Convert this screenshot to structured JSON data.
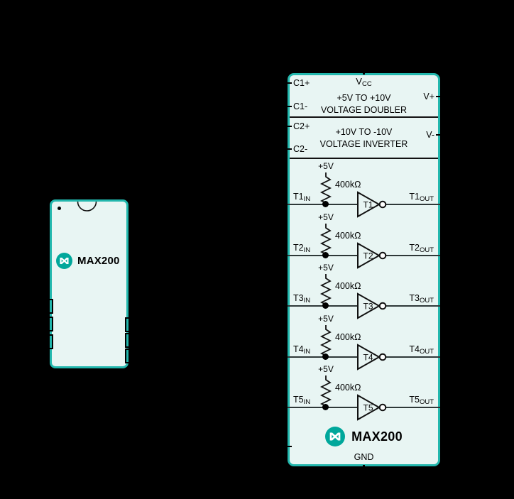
{
  "colors": {
    "background": "#000000",
    "teal_border": "#22b7ad",
    "body_fill": "#e8f5f3",
    "logo_teal": "#00a79b",
    "signal_line": "#2e3838",
    "ink": "#000000"
  },
  "pin_diagram": {
    "part_number": "MAX200"
  },
  "functional_diagram": {
    "vcc": {
      "base": "V",
      "sub": "CC"
    },
    "doubler": {
      "pin1": "C1+",
      "pin2": "C1-",
      "line1": "+5V TO +10V",
      "line2": "VOLTAGE DOUBLER",
      "right_pin": "V+"
    },
    "inverter": {
      "pin1": "C2+",
      "pin2": "C2-",
      "line1": "+10V TO -10V",
      "line2": "VOLTAGE INVERTER",
      "right_pin": "V-"
    },
    "transmitters": [
      {
        "name": "T1",
        "supply": "+5V",
        "resistor": "400kΩ",
        "in": {
          "base": "T1",
          "sub": "IN"
        },
        "out": {
          "base": "T1",
          "sub": "OUT"
        }
      },
      {
        "name": "T2",
        "supply": "+5V",
        "resistor": "400kΩ",
        "in": {
          "base": "T2",
          "sub": "IN"
        },
        "out": {
          "base": "T2",
          "sub": "OUT"
        }
      },
      {
        "name": "T3",
        "supply": "+5V",
        "resistor": "400kΩ",
        "in": {
          "base": "T3",
          "sub": "IN"
        },
        "out": {
          "base": "T3",
          "sub": "OUT"
        }
      },
      {
        "name": "T4",
        "supply": "+5V",
        "resistor": "400kΩ",
        "in": {
          "base": "T4",
          "sub": "IN"
        },
        "out": {
          "base": "T4",
          "sub": "OUT"
        }
      },
      {
        "name": "T5",
        "supply": "+5V",
        "resistor": "400kΩ",
        "in": {
          "base": "T5",
          "sub": "IN"
        },
        "out": {
          "base": "T5",
          "sub": "OUT"
        }
      }
    ],
    "part_number": "MAX200",
    "gnd": "GND"
  }
}
